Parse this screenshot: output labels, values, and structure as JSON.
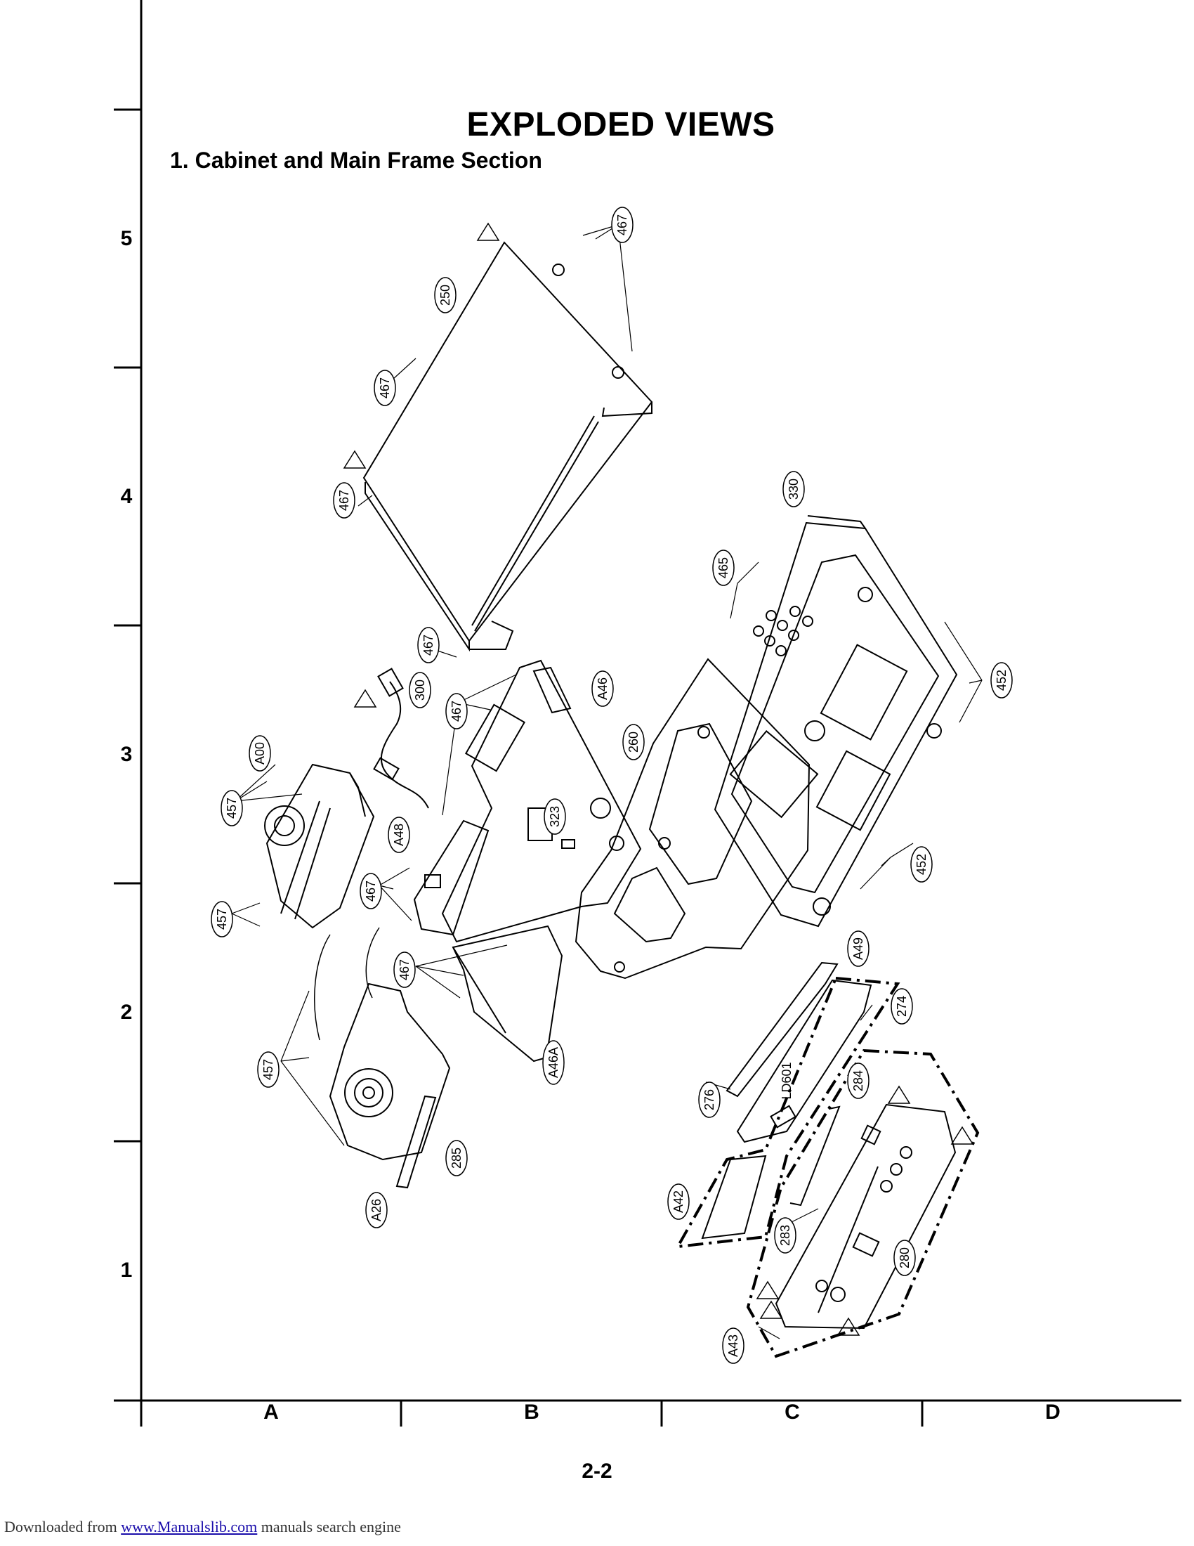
{
  "title": "EXPLODED VIEWS",
  "section": "1. Cabinet and Main Frame Section",
  "rows": [
    "5",
    "4",
    "3",
    "2",
    "1"
  ],
  "columns": [
    "A",
    "B",
    "C",
    "D"
  ],
  "page_number": "2-2",
  "footer": {
    "prefix": "Downloaded from ",
    "link": "www.Manualslib.com",
    "suffix": " manuals search engine"
  },
  "parts": [
    {
      "id": "p467a",
      "label": "467"
    },
    {
      "id": "p250",
      "label": "250"
    },
    {
      "id": "p467b",
      "label": "467"
    },
    {
      "id": "p467c",
      "label": "467"
    },
    {
      "id": "p467d",
      "label": "467"
    },
    {
      "id": "p330",
      "label": "330"
    },
    {
      "id": "p465",
      "label": "465"
    },
    {
      "id": "p452a",
      "label": "452"
    },
    {
      "id": "p300",
      "label": "300"
    },
    {
      "id": "p467e",
      "label": "467"
    },
    {
      "id": "pA46",
      "label": "A46"
    },
    {
      "id": "pA00",
      "label": "A00"
    },
    {
      "id": "p260",
      "label": "260"
    },
    {
      "id": "p457a",
      "label": "457"
    },
    {
      "id": "p323",
      "label": "323"
    },
    {
      "id": "pA48",
      "label": "A48"
    },
    {
      "id": "p467f",
      "label": "467"
    },
    {
      "id": "p452b",
      "label": "452"
    },
    {
      "id": "p457b",
      "label": "457"
    },
    {
      "id": "pA49",
      "label": "A49"
    },
    {
      "id": "p467g",
      "label": "467"
    },
    {
      "id": "p274",
      "label": "274"
    },
    {
      "id": "p457c",
      "label": "457"
    },
    {
      "id": "pA46A",
      "label": "A46A"
    },
    {
      "id": "p276",
      "label": "276"
    },
    {
      "id": "pLD601",
      "label": "LD601"
    },
    {
      "id": "p284",
      "label": "284"
    },
    {
      "id": "p285",
      "label": "285"
    },
    {
      "id": "pA26",
      "label": "A26"
    },
    {
      "id": "pA42",
      "label": "A42"
    },
    {
      "id": "p283",
      "label": "283"
    },
    {
      "id": "p280",
      "label": "280"
    },
    {
      "id": "pA43",
      "label": "A43"
    }
  ]
}
